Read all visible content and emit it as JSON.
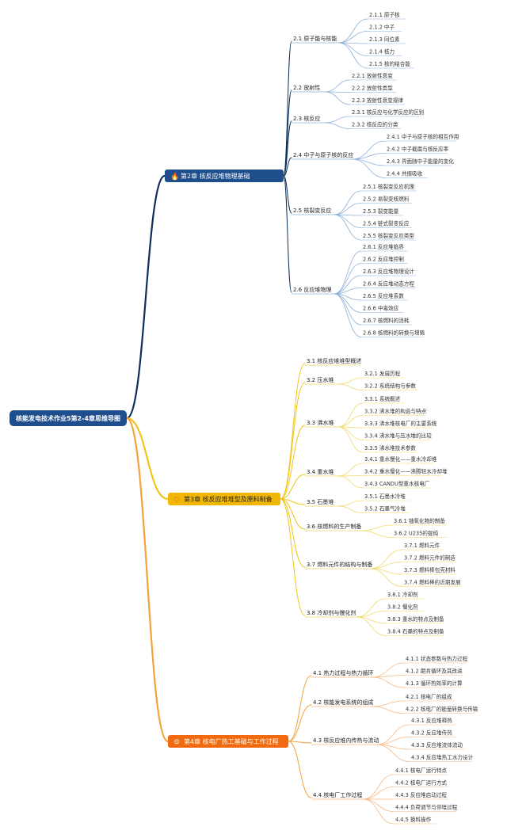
{
  "root": {
    "title": "核能发电技术作业5第2-4章思维导图"
  },
  "colors": {
    "root": "#1f4e8c",
    "chapters": [
      "#1f4e8c",
      "#f2b705",
      "#f26a0f"
    ],
    "branches": [
      "#0d2f5a",
      "#f2c417",
      "#f5a23a"
    ],
    "leaf_lines": [
      "#8fb0d9",
      "#f3d96a",
      "#f7b985"
    ]
  },
  "chapters": [
    {
      "label": "第2章 核反应堆物理基础",
      "icon": "flame-icon",
      "icon_glyph": "🔥",
      "text_color": "#ffffff",
      "sections": [
        {
          "label": "2.1 原子能与核能",
          "children": [
            "2.1.1 原子核",
            "2.1.2 中子",
            "2.1.3 同位素",
            "2.1.4 核力",
            "2.1.5 核的结合能"
          ]
        },
        {
          "label": "2.2 放射性",
          "children": [
            "2.2.1 放射性衰变",
            "2.2.2 放射性类型",
            "2.2.3 放射性衰变规律"
          ]
        },
        {
          "label": "2.3 核反应",
          "children": [
            "2.3.1 核反应与化学反应的区别",
            "2.3.2 核反应的分类"
          ]
        },
        {
          "label": "2.4 中子与原子核的反应",
          "children": [
            "2.4.1 中子与原子核的相互作用",
            "2.4.2 中子截面与核反应率",
            "2.4.3 界面随中子能量的变化",
            "2.4.4 共振吸收"
          ]
        },
        {
          "label": "2.5 核裂变反应",
          "children": [
            "2.5.1 核裂变反应机理",
            "2.5.2 易裂变核燃料",
            "2.5.3 裂变能量",
            "2.5.4 链式裂变反应",
            "2.5.5 核裂变反应类型"
          ]
        },
        {
          "label": "2.6 反应堆物理",
          "children": [
            "2.6.1 反应堆临界",
            "2.6.2 反应堆控制",
            "2.6.3 反应堆物理设计",
            "2.6.4 反应堆动态方程",
            "2.6.5 反应堆系数",
            "2.6.6 中毒效应",
            "2.6.7 核燃料的消耗",
            "2.6.8 核燃料的转换与增殖"
          ]
        }
      ]
    },
    {
      "label": "第3章 核反应堆堆型及原料制备",
      "icon": "heart-icon",
      "icon_glyph": "♡",
      "text_color": "#222222",
      "sections": [
        {
          "label": "3.1 核反应堆堆型概述",
          "children": []
        },
        {
          "label": "3.2 压水堆",
          "children": [
            "3.2.1 发展历程",
            "3.2.2 系统结构与参数"
          ]
        },
        {
          "label": "3.3 沸水堆",
          "children": [
            "3.3.1 系统概述",
            "3.3.2 沸水堆的构造与特点",
            "3.3.3 沸水堆核电厂的主要系统",
            "3.3.4 沸水堆与压水堆的比较",
            "3.3.5 沸水堆技术参数"
          ]
        },
        {
          "label": "3.4 重水堆",
          "children": [
            "3.4.1 重水慢化——重水冷却堆",
            "3.4.2 重水慢化——沸腾轻水冷却堆",
            "3.4.3 CANDU型重水核电厂"
          ]
        },
        {
          "label": "3.5 石墨堆",
          "children": [
            "3.5.1 石墨水冷堆",
            "3.5.2 石墨气冷堆"
          ]
        },
        {
          "label": "3.6 核燃料的生产制备",
          "children": [
            "3.6.1 铀氧化物的制备",
            "3.6.2 U235的提纯"
          ]
        },
        {
          "label": "3.7 燃料元件的结构与制备",
          "children": [
            "3.7.1 燃料元件",
            "3.7.2 燃料元件的制造",
            "3.7.3 燃料棒包壳材料",
            "3.7.4 燃料棒的近期发展"
          ]
        },
        {
          "label": "3.8 冷却剂与慢化剂",
          "children": [
            "3.8.1 冷却剂",
            "3.8.2 慢化剂",
            "3.8.3 重水的特点及制备",
            "3.8.4 石墨的特点及制备"
          ]
        }
      ]
    },
    {
      "label": "第4章 核电厂热工基础与工作过程",
      "icon": "gear-icon",
      "icon_glyph": "⚙",
      "text_color": "#ffffff",
      "sections": [
        {
          "label": "4.1 热力过程与热力循环",
          "children": [
            "4.1.1 状态参数与热力过程",
            "4.1.2 朗肯循环及其改进",
            "4.1.3 循环热效率的计算"
          ]
        },
        {
          "label": "4.2 核能发电系统的组成",
          "children": [
            "4.2.1 核电厂的组成",
            "4.2.2 核电厂的能量转换与传输"
          ]
        },
        {
          "label": "4.3 核反应堆内传热与流动",
          "children": [
            "4.3.1 反应堆释热",
            "4.3.2 反应堆传热",
            "4.3.3 反应堆流体流动",
            "4.3.4 反应堆热工水力设计"
          ]
        },
        {
          "label": "4.4 核电厂工作过程",
          "children": [
            "4.4.1 核电厂运行特点",
            "4.4.2 核电厂运行方式",
            "4.4.3 反应堆启动过程",
            "4.4.4 负荷调节与停堆过程",
            "4.4.5 换料操作"
          ]
        }
      ]
    }
  ]
}
